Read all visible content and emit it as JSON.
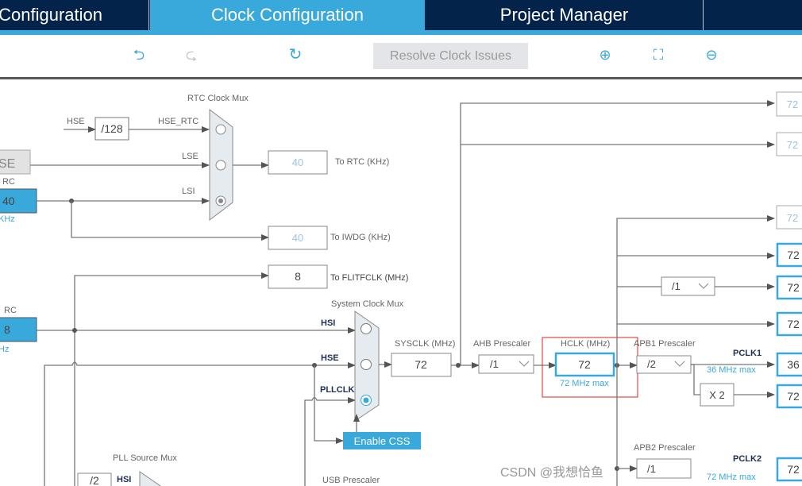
{
  "tabs": [
    {
      "label": "Configuration",
      "active": false
    },
    {
      "label": "Clock Configuration",
      "active": true
    },
    {
      "label": "Project Manager",
      "active": false
    },
    {
      "label": "",
      "active": false
    }
  ],
  "toolbar": {
    "undo_icon": "undo-icon",
    "redo_icon": "redo-icon",
    "refresh_icon": "refresh-icon",
    "resolve_label": "Resolve Clock Issues",
    "zoom_in_icon": "zoom-in-icon",
    "fit_icon": "fit-screen-icon",
    "zoom_out_icon": "zoom-out-icon"
  },
  "colors": {
    "accent": "#39a8db",
    "tabbar": "#03234b",
    "highlight": "#e02020"
  },
  "diagram": {
    "rtc_mux": {
      "title": "RTC Clock Mux",
      "hse_label": "HSE",
      "div128": "/128",
      "hse_rtc": "HSE_RTC",
      "lse": "LSE",
      "lsi": "LSI",
      "selected": "LSI"
    },
    "lse_box": "SE",
    "lsi_rc": {
      "label": "RC",
      "value": "40",
      "unit": "KHz"
    },
    "hsi_rc": {
      "label": "RC",
      "value": "8",
      "unit": "Hz"
    },
    "to_rtc": {
      "value": "40",
      "label": "To RTC (KHz)"
    },
    "to_iwdg": {
      "value": "40",
      "label": "To IWDG (KHz)"
    },
    "to_flitfclk": {
      "value": "8",
      "label": "To FLITFCLK (MHz)"
    },
    "sys_mux": {
      "title": "System Clock Mux",
      "hsi": "HSI",
      "hse": "HSE",
      "pllclk": "PLLCLK",
      "selected": "PLLCLK"
    },
    "enable_css": "Enable CSS",
    "sysclk": {
      "label": "SYSCLK (MHz)",
      "value": "72"
    },
    "ahb": {
      "label": "AHB Prescaler",
      "value": "/1"
    },
    "hclk": {
      "label": "HCLK (MHz)",
      "value": "72",
      "max": "72 MHz max"
    },
    "apb1": {
      "label": "APB1 Prescaler",
      "value": "/2"
    },
    "pclk1": {
      "label": "PCLK1",
      "max": "36 MHz max"
    },
    "x2": "X 2",
    "div1_mid": "/1",
    "apb2": {
      "label": "APB2 Prescaler",
      "value": "/1"
    },
    "pclk2": {
      "label": "PCLK2",
      "max": "72 MHz max"
    },
    "pll_mux": {
      "title": "PLL Source Mux",
      "hsi": "HSI",
      "div": "/2"
    },
    "usb": "USB Prescaler",
    "right_outputs": [
      "72",
      "72",
      "72",
      "72",
      "72",
      "72",
      "36",
      "72",
      "72"
    ],
    "watermark": "CSDN @我想恰鱼"
  }
}
